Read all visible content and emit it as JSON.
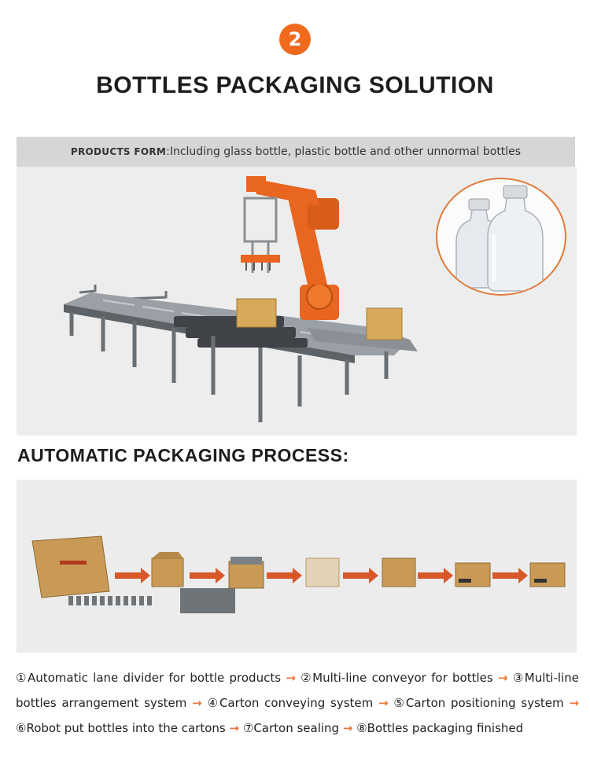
{
  "badge": {
    "number": "2",
    "color": "#f06a1e"
  },
  "title": "BOTTLES PACKAGING SOLUTION",
  "products_form": {
    "label": "PRODUCTS FORM",
    "text": ":Including glass bottle, plastic bottle and other unnormal bottles"
  },
  "hero_image": {
    "subject": "palletizing robot arm over bottle conveyor line",
    "accent": "#e8661f"
  },
  "bottle_inset": {
    "subject": "two clear glass vials with caps",
    "border_color": "#e07a3a"
  },
  "section_title": "AUTOMATIC PACKAGING PROCESS:",
  "process_strip": {
    "arrow_color": "#d9582a",
    "stages": 7
  },
  "steps": [
    {
      "num": "①",
      "text": "Automatic lane divider for bottle products"
    },
    {
      "num": "②",
      "text": "Multi-line conveyor for bottles"
    },
    {
      "num": "③",
      "text": "Multi-line bottles arrangement system"
    },
    {
      "num": "④",
      "text": "Carton conveying system"
    },
    {
      "num": "⑤",
      "text": "Carton positioning system"
    },
    {
      "num": "⑥",
      "text": "Robot put bottles into the cartons"
    },
    {
      "num": "⑦",
      "text": "Carton sealing"
    },
    {
      "num": "⑧",
      "text": "Bottles packaging finished"
    }
  ],
  "arrow_glyph": "→"
}
